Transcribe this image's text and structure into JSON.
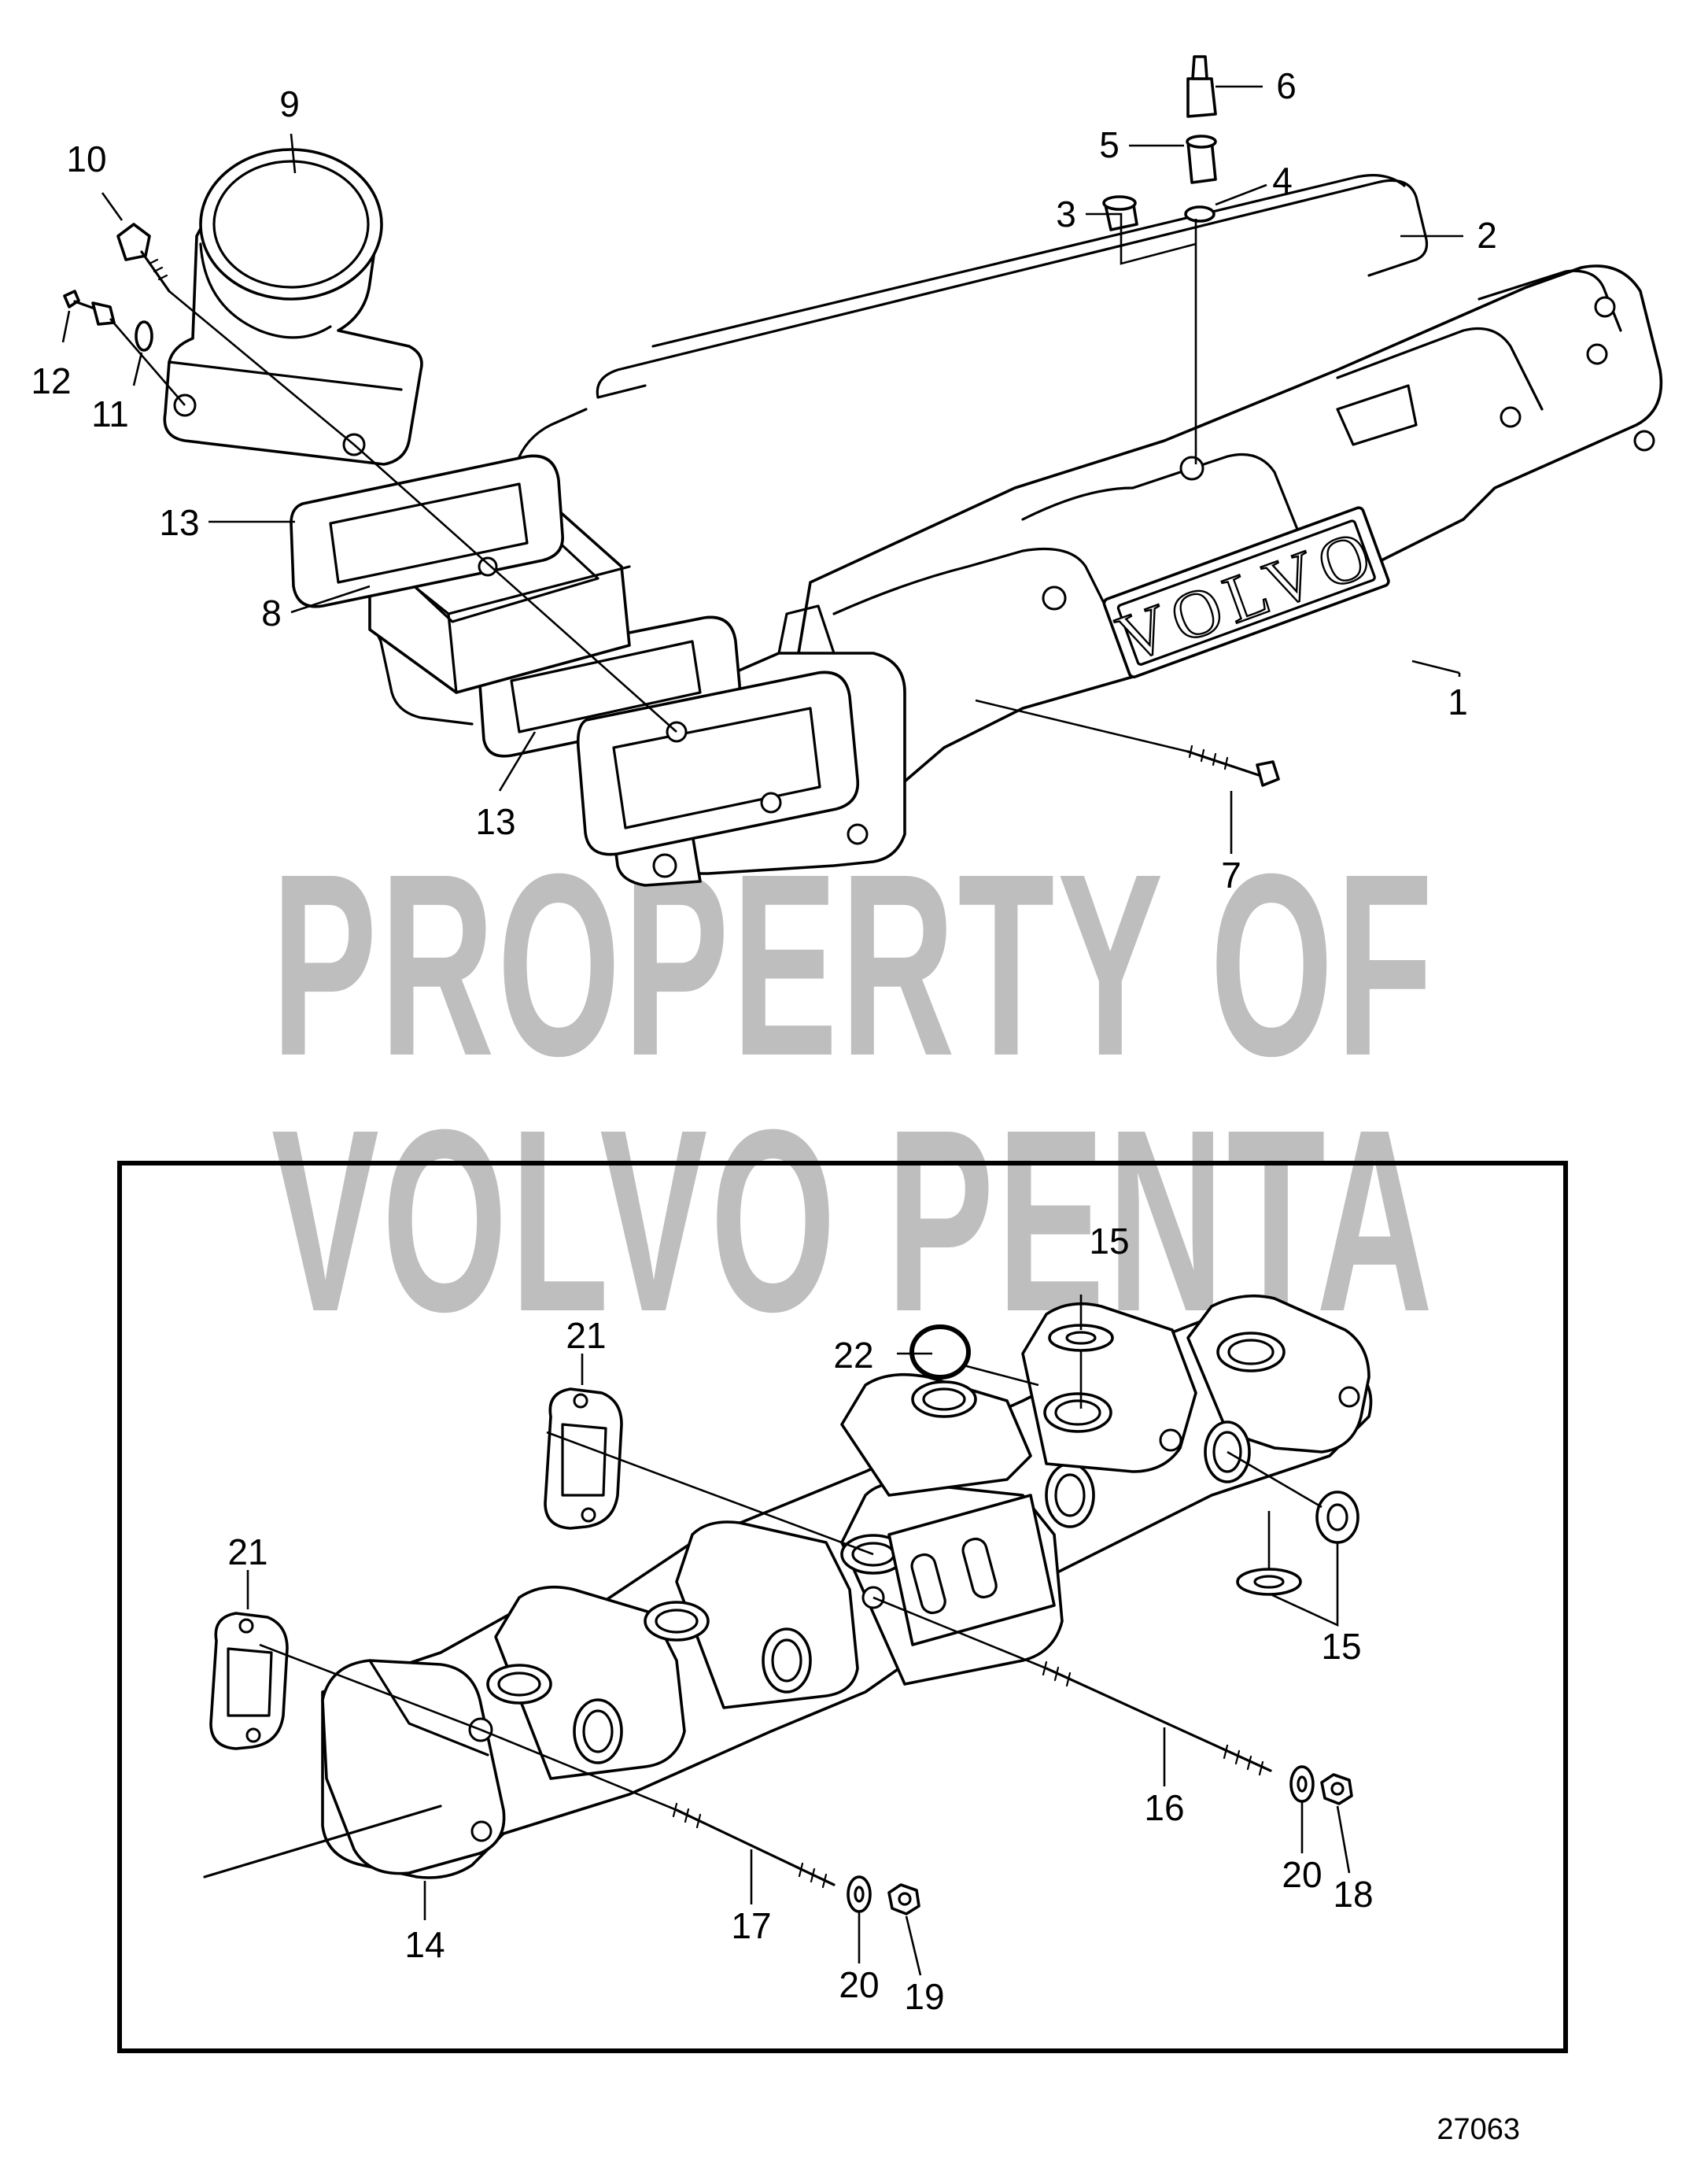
{
  "watermark": {
    "line1": "PROPERTY OF",
    "line2": "VOLVO PENTA"
  },
  "manifold_logo": "VOLVO",
  "reference_number": "27063",
  "callouts": {
    "c1": "1",
    "c2": "2",
    "c3": "3",
    "c4": "4",
    "c5": "5",
    "c6": "6",
    "c7": "7",
    "c8": "8",
    "c9": "9",
    "c10": "10",
    "c11": "11",
    "c12": "12",
    "c13a": "13",
    "c13b": "13",
    "c14": "14",
    "c15a": "15",
    "c15b": "15",
    "c16": "16",
    "c17": "17",
    "c18": "18",
    "c19": "19",
    "c20a": "20",
    "c20b": "20",
    "c21a": "21",
    "c21b": "21",
    "c22": "22"
  }
}
